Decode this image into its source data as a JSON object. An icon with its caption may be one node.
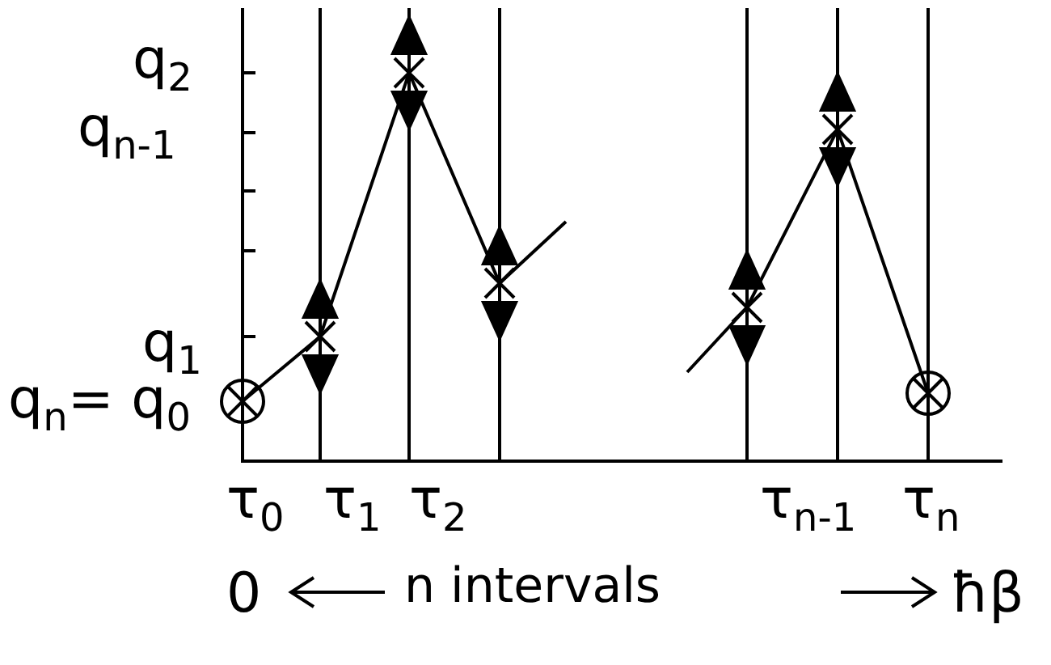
{
  "diagram": {
    "labels": [
      "q$_{2}$",
      "q$_{n-1}$",
      "q$_{1}$",
      "q$_{n}$= q$_{0}$",
      "τ$_{0}$",
      "τ$_{1}$",
      "τ$_{2}$",
      "τ$_{n-1}$",
      "τ$_{n}$",
      "0",
      "n intervals",
      "ħβ"
    ]
  }
}
